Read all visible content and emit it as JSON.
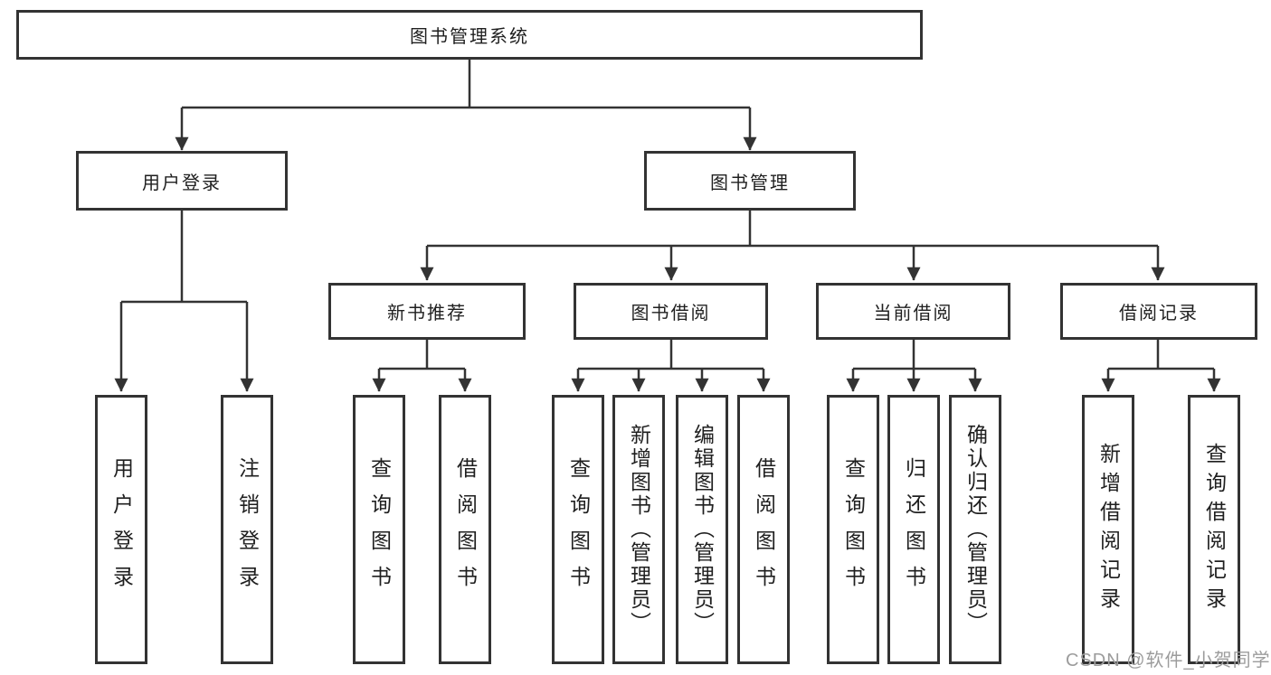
{
  "colors": {
    "bg": "#ffffff",
    "border": "#333333",
    "line": "#333333",
    "text": "#1f1f1f",
    "watermark": "#9c9c9c"
  },
  "diagram": {
    "root": "图书管理系统",
    "level2": [
      "用户登录",
      "图书管理"
    ],
    "level3": [
      "新书推荐",
      "图书借阅",
      "当前借阅",
      "借阅记录"
    ],
    "leaves": {
      "userLogin": [
        "用户登录",
        "注销登录"
      ],
      "newBooks": [
        "查询图书",
        "借阅图书"
      ],
      "bookBorrow": [
        "查询图书",
        "新增图书（管理员）",
        "编辑图书（管理员）",
        "借阅图书"
      ],
      "currentBorrow": [
        "查询图书",
        "归还图书",
        "确认归还（管理员）"
      ],
      "records": [
        "新增借阅记录",
        "查询借阅记录"
      ]
    }
  },
  "watermark": "CSDN @软件_小贺同学"
}
